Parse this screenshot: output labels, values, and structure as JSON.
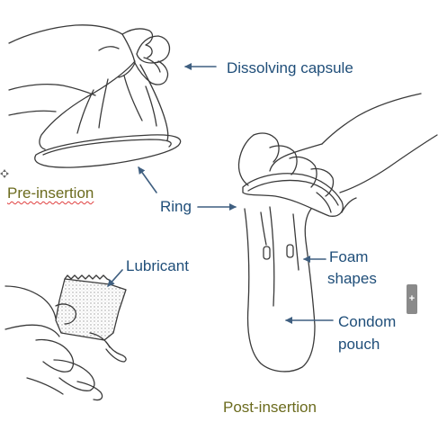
{
  "labels": {
    "capsule": "Dissolving capsule",
    "ring": "Ring",
    "lubricant": "Lubricant",
    "foam_line1": "Foam",
    "foam_line2": "shapes",
    "pouch_line1": "Condom",
    "pouch_line2": "pouch"
  },
  "captions": {
    "pre": "Pre-insertion",
    "post": "Post-insertion"
  },
  "controls": {
    "expand_glyph": "+"
  },
  "colors": {
    "label": "#1f4e79",
    "caption": "#6b6b1e",
    "line_art": "#3a3a3a",
    "arrow": "#3f5f80"
  },
  "icons": {
    "move": "move-icon",
    "expand": "plus-icon"
  }
}
